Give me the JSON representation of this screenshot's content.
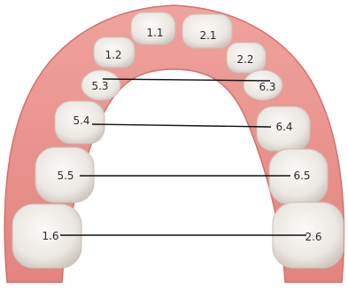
{
  "colors": {
    "gum": "#e98f8b",
    "gum_dark": "#cf6f6c",
    "gum_light": "#f4b3ae",
    "palate": "#ffffff",
    "tooth": "#f2f0ec",
    "tooth_shade": "#d8d2cb",
    "line": "#111111",
    "label": "#2b2b2b"
  },
  "teeth": {
    "t11": "1.1",
    "t21": "2.1",
    "t12": "1.2",
    "t22": "2.2",
    "t53": "5.3",
    "t63": "6.3",
    "t54": "5.4",
    "t64": "6.4",
    "t55": "5.5",
    "t65": "6.5",
    "t16": "1.6",
    "t26": "2.6"
  },
  "measurement_lines": [
    {
      "from": "5.3",
      "to": "6.3"
    },
    {
      "from": "5.4",
      "to": "6.4"
    },
    {
      "from": "5.5",
      "to": "6.5"
    },
    {
      "from": "1.6",
      "to": "2.6"
    }
  ]
}
